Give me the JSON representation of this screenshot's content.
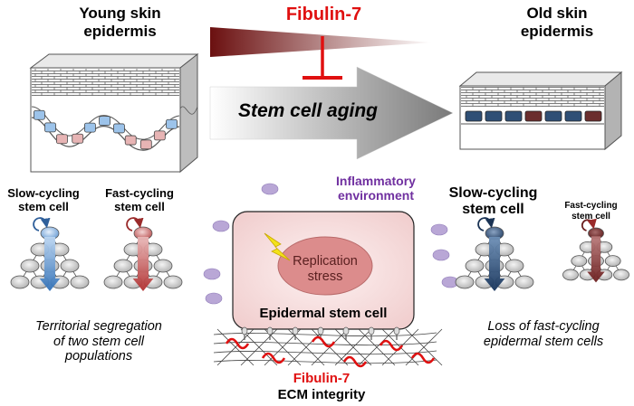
{
  "left_panel": {
    "title_line1": "Young skin",
    "title_line2": "epidermis",
    "slow_label_line1": "Slow-cycling",
    "slow_label_line2": "stem cell",
    "fast_label_line1": "Fast-cycling",
    "fast_label_line2": "stem cell",
    "caption_line1": "Territorial segregation",
    "caption_line2": "of two stem cell",
    "caption_line3": "populations"
  },
  "right_panel": {
    "title_line1": "Old skin",
    "title_line2": "epidermis",
    "slow_label_line1": "Slow-cycling",
    "slow_label_line2": "stem cell",
    "fast_label_line1": "Fast-cycling",
    "fast_label_line2": "stem cell",
    "caption_line1": "Loss of fast-cycling",
    "caption_line2": "epidermal stem cells"
  },
  "center": {
    "inhibitor_label": "Fibulin-7",
    "arrow_label": "Stem cell aging",
    "inflammatory_line1": "Inflammatory",
    "inflammatory_line2": "environment",
    "stress_line1": "Replication",
    "stress_line2": "stress",
    "cell_label": "Epidermal stem cell",
    "ecm_line1": "Fibulin-7",
    "ecm_line2": "ECM integrity"
  },
  "colors": {
    "fibulin_red": "#e01010",
    "inflammatory_purple": "#7030a0",
    "slow_blue": "#4a86c8",
    "fast_red": "#b03a3a",
    "old_navy": "#1f3a5f",
    "old_maroon": "#6b2020",
    "cell_pink": "#f6dcdc",
    "stress_pink": "#d98a8a",
    "purple_dot": "#b9a7d6"
  }
}
